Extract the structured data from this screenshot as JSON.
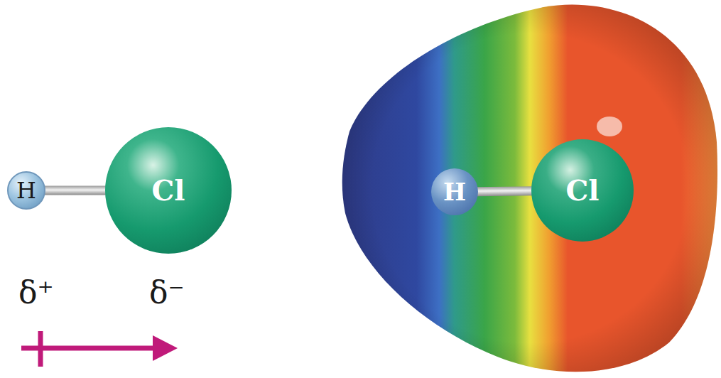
{
  "diagram": {
    "nodes": [
      {
        "text": [
          "H"
        ]
      },
      {
        "text": [
          "Cl"
        ]
      },
      {
        "text": [
          "H"
        ]
      },
      {
        "text": [
          "Cl"
        ]
      }
    ],
    "edges": [
      {
        "from": 0,
        "to": 1,
        "arrow": "none"
      },
      {
        "from": 2,
        "to": 3,
        "arrow": "none"
      }
    ],
    "labels": [
      "δ⁺",
      "δ⁻"
    ]
  }
}
